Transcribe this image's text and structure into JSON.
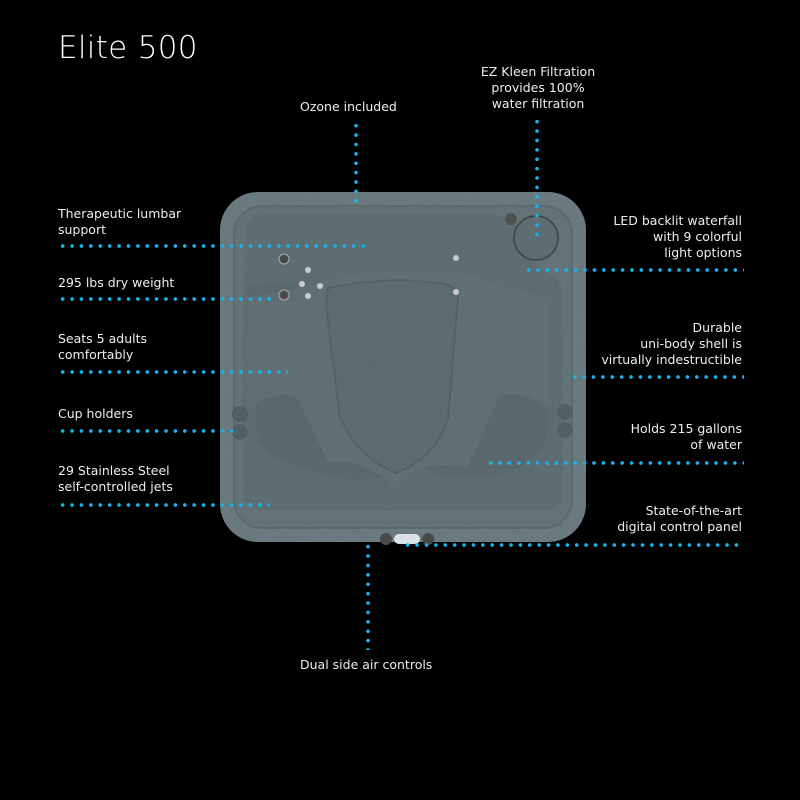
{
  "title": "Elite 500",
  "accent_color": "#15b4f0",
  "tub_color": "#556a70",
  "callouts": {
    "ozone": "Ozone included",
    "filtration": [
      "EZ Kleen Filtration",
      "provides 100%",
      "water filtration"
    ],
    "lumbar": [
      "Therapeutic lumbar",
      "support"
    ],
    "weight": "295 lbs dry weight",
    "waterfall": [
      "LED backlit waterfall",
      "with 9 colorful",
      "light options"
    ],
    "seats": [
      "Seats 5 adults",
      "comfortably"
    ],
    "shell": [
      "Durable",
      "uni-body shell is",
      "virtually indestructible"
    ],
    "cup_holders": "Cup holders",
    "gallons": [
      "Holds 215 gallons",
      "of water"
    ],
    "jets": [
      "29 Stainless Steel",
      "self-controlled jets"
    ],
    "control_panel": [
      "State-of-the-art",
      "digital control panel"
    ],
    "air_controls": "Dual side air controls"
  }
}
